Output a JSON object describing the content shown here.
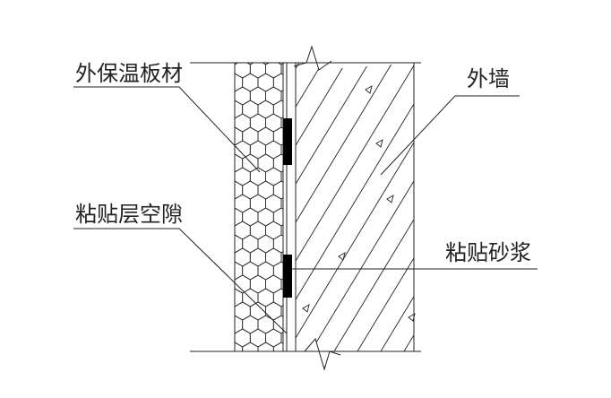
{
  "labels": {
    "insulation_board": "外保温板材",
    "exterior_wall": "外墙",
    "adhesive_gap": "粘贴层空隙",
    "adhesive_mortar": "粘贴砂浆"
  },
  "colors": {
    "line": "#222222",
    "mortar": "#000000",
    "background": "#ffffff"
  }
}
